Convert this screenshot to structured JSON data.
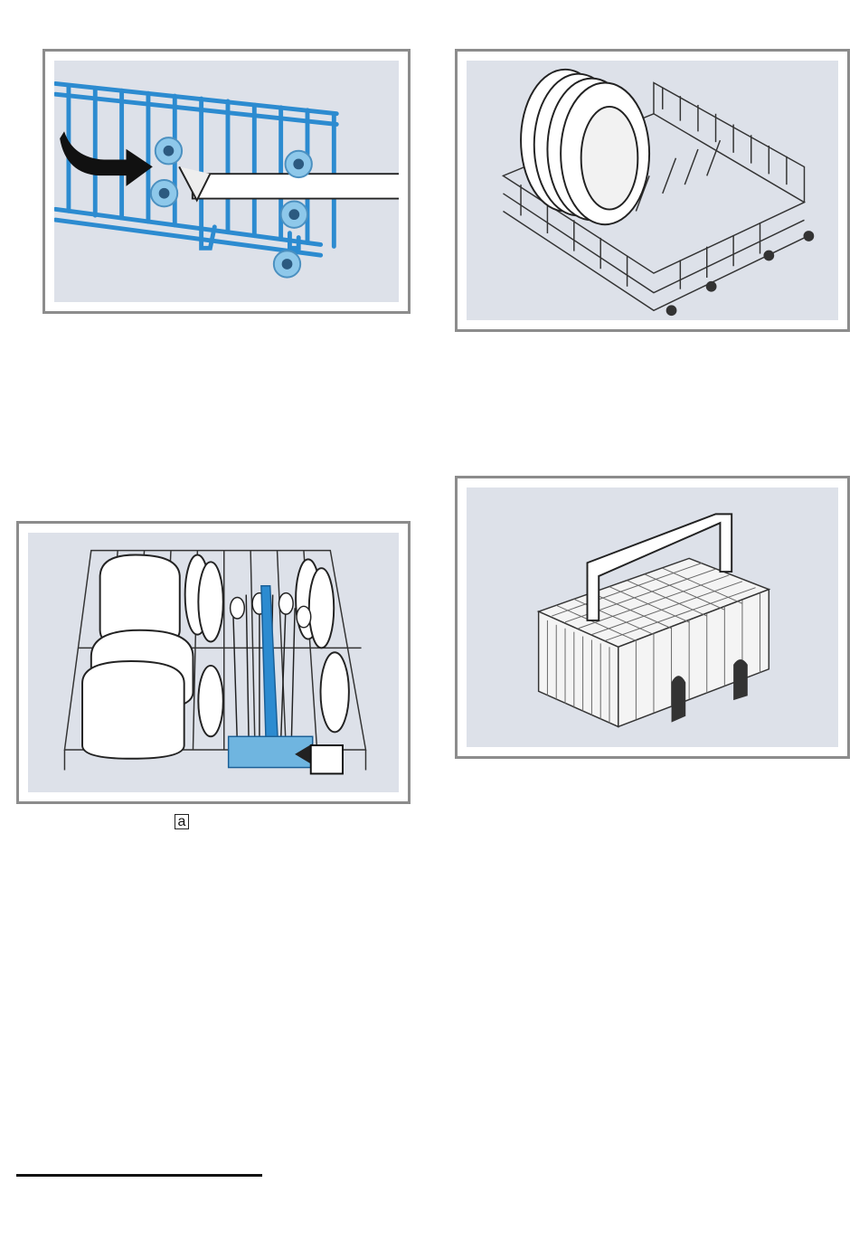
{
  "figures": {
    "rack_rollers": {
      "semantic": "upper-rack-rollers-rail"
    },
    "upper_rack": {
      "semantic": "upper-basket-with-plates"
    },
    "lower_rack": {
      "semantic": "lower-basket-loaded",
      "callout_label": "a"
    },
    "cutlery_basket": {
      "semantic": "cutlery-basket"
    }
  },
  "colors": {
    "panel_bg": "#dde1e9",
    "border": "#8c8c8c",
    "accent_blue": "#2c8bd0",
    "roller_blue": "#8ec8ea"
  }
}
